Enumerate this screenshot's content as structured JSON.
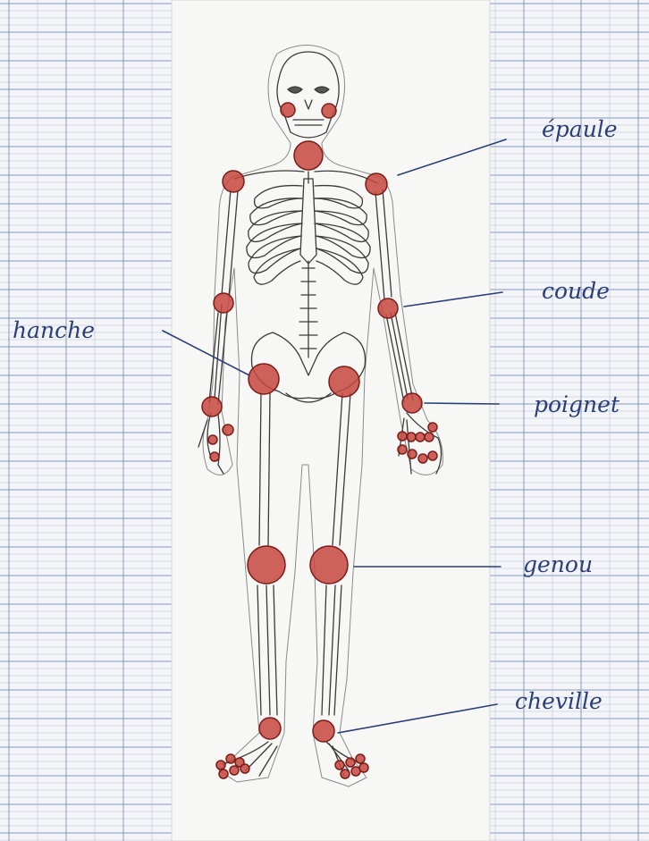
{
  "colors": {
    "paper": "#f4f5f8",
    "grid_fine": "#b7c0d8",
    "grid_major": "#8796bf",
    "sheet": "#f7f7f5",
    "bone": "#3a3a3a",
    "joint_fill": "#c7473e",
    "joint_edge": "#7a1d18",
    "ink": "#2a3f78"
  },
  "labels": {
    "shoulder": "épaule",
    "elbow": "coude",
    "wrist": "poignet",
    "knee": "genou",
    "ankle": "cheville",
    "hip": "hanche"
  }
}
